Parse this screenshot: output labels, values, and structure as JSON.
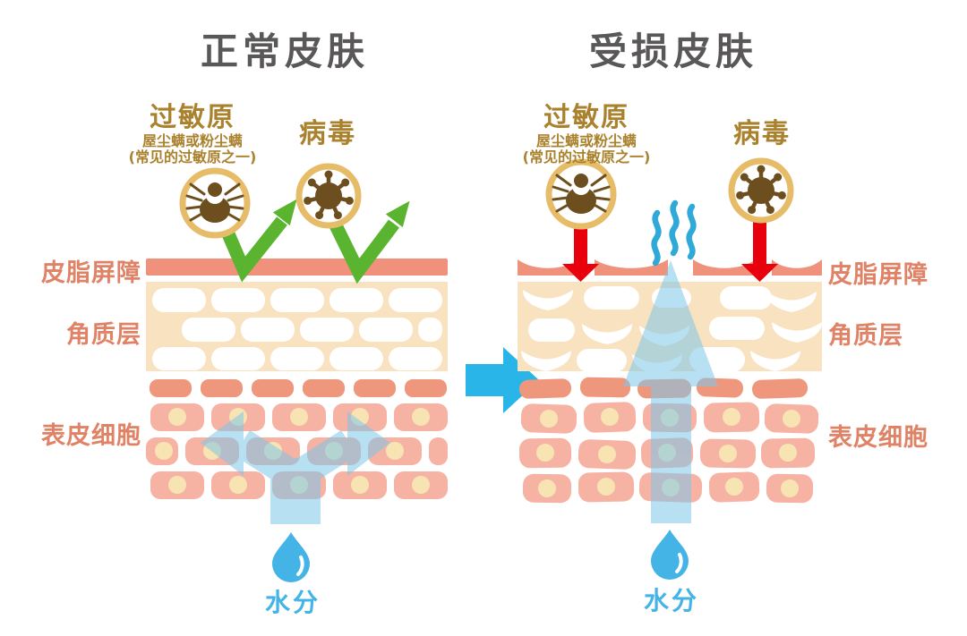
{
  "titles": {
    "normal": "正常皮肤",
    "damaged": "受损皮肤"
  },
  "annotations": {
    "allergen": {
      "label": "过敏原",
      "sub1": "屋尘螨或粉尘螨",
      "sub2": "(常见的过敏原之一)"
    },
    "virus": {
      "label": "病毒"
    }
  },
  "layers": {
    "sebum_barrier": "皮脂屏障",
    "stratum_corneum": "角质层",
    "epidermal_cells": "表皮细胞"
  },
  "moisture": {
    "label": "水分"
  },
  "icons": {
    "mite": "mite-icon",
    "virus": "virus-icon",
    "water_drop": "water-drop-icon",
    "steam": "steam-wavy-lines-icon",
    "bounce_arrow": "green-bounce-arrow-icon",
    "penetrate_arrow": "red-penetrate-arrow-icon",
    "moisture_arrow": "blue-moisture-arrow-icon",
    "transition_arrow": "cyan-transition-arrow-icon"
  },
  "colors": {
    "title_gray": "#595757",
    "gold_text": "#aa822e",
    "salmon_text": "#df8266",
    "barrier_salmon": "#f0917b",
    "stratum_cream": "#f8e2bf",
    "dark_cell": "#ef977d",
    "pink_cell": "#f6b2a2",
    "cell_nucleus": "#f8e4b3",
    "bounce_green": "#5ab430",
    "penetrate_red": "#e8000d",
    "transition_cyan": "#29b5e8",
    "moisture_lightblue": "#7ec7ea",
    "steam_blue": "#2fa9d8",
    "drop_blue": "#44b4e6",
    "icon_ring_gold": "#e6bc69",
    "icon_brown": "#6d4e1e"
  }
}
